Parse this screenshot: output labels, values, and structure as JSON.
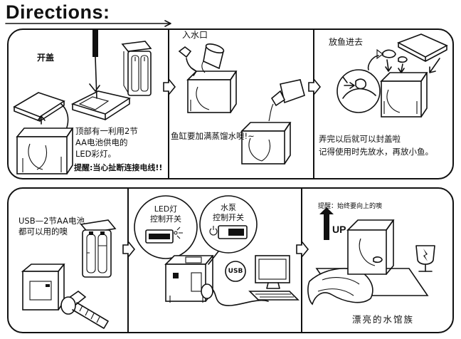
{
  "header": {
    "title": "Directions:"
  },
  "steps": [
    {
      "label": "开盖",
      "desc": "顶部有一利用2节\nAA电池供电的\nLED彩灯。",
      "warning": "提醒:当心扯断连接电线!!"
    },
    {
      "label": "入水口",
      "desc": "鱼缸要加满蒸馏水噢!~"
    },
    {
      "label": "放鱼进去",
      "desc": "弄完以后就可以封盖啦\n记得使用时先放水，再放小鱼。"
    },
    {
      "desc": "USB—2节AA电池\n都可以用的噢"
    },
    {
      "led_label": "LED灯\n控制开关",
      "pump_label": "水泵\n控制开关",
      "usb_badge": "USB"
    },
    {
      "hint": "提醒：始终要向上的噢",
      "up_label": "UP",
      "caption": "漂亮的水馆族"
    }
  ],
  "colors": {
    "ink": "#111111",
    "paper": "#ffffff"
  },
  "icons": [
    "arrow-right-icon",
    "screwdriver-icon",
    "battery-icon",
    "fish-tank-icon",
    "water-cup-icon",
    "water-bottle-icon",
    "fish-icon",
    "led-icon",
    "power-icon",
    "usb-plug-icon",
    "monitor-icon",
    "fragile-glass-icon",
    "up-arrow-icon"
  ]
}
